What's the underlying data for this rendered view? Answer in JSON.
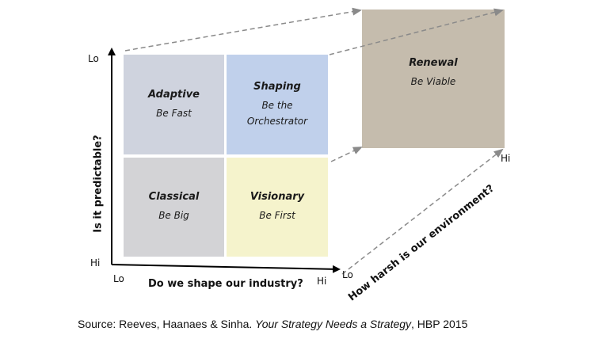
{
  "quadrants": {
    "adaptive": {
      "title": "Adaptive",
      "subtitle": "Be Fast"
    },
    "shaping": {
      "title": "Shaping",
      "subtitle_line1": "Be the",
      "subtitle_line2": "Orchestrator"
    },
    "classical": {
      "title": "Classical",
      "subtitle": "Be Big"
    },
    "visionary": {
      "title": "Visionary",
      "subtitle": "Be First"
    }
  },
  "renewal": {
    "title": "Renewal",
    "subtitle": "Be Viable"
  },
  "axes": {
    "y_label": "Is it predictable?",
    "y_top": "Lo",
    "y_bottom": "Hi",
    "x_label": "Do we shape our industry?",
    "x_left": "Lo",
    "x_right": "Hi",
    "z_label": "How harsh is our environment?",
    "z_near": "Lo",
    "z_far": "Hi"
  },
  "source": {
    "prefix": "Source: Reeves, Haanaes & Sinha. ",
    "title": "Your Strategy Needs a Strategy",
    "suffix": ", HBP 2015"
  },
  "colors": {
    "adaptive": "#cfd3de",
    "shaping": "#c0d0eb",
    "classical": "#d3d3d6",
    "visionary": "#f5f3cc",
    "renewal": "#c5bcad",
    "dashed": "#8a8a8a",
    "axis": "#000000"
  }
}
